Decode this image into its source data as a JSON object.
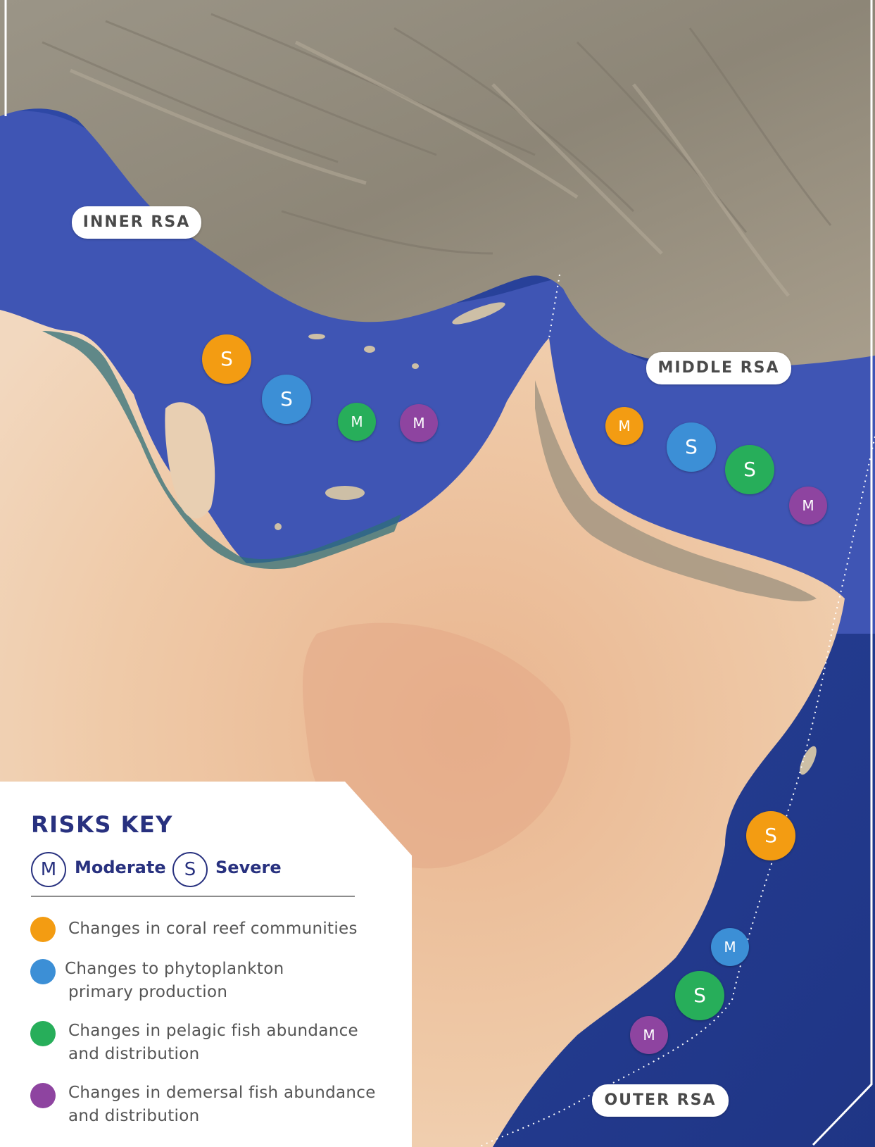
{
  "colors": {
    "coral": "#f39c12",
    "phytoplankton": "#3c8fd6",
    "pelagic": "#27ae5a",
    "demersal": "#8e44a0",
    "key_navy": "#28317f"
  },
  "regions": [
    {
      "name": "INNER RSA"
    },
    {
      "name": "MIDDLE RSA"
    },
    {
      "name": "OUTER RSA"
    }
  ],
  "markers": [
    {
      "category": "coral",
      "level": "S"
    },
    {
      "category": "phytoplankton",
      "level": "S"
    },
    {
      "category": "pelagic",
      "level": "M"
    },
    {
      "category": "demersal",
      "level": "M"
    },
    {
      "category": "coral",
      "level": "M"
    },
    {
      "category": "phytoplankton",
      "level": "S"
    },
    {
      "category": "pelagic",
      "level": "S"
    },
    {
      "category": "demersal",
      "level": "M"
    },
    {
      "category": "coral",
      "level": "S"
    },
    {
      "category": "phytoplankton",
      "level": "M"
    },
    {
      "category": "pelagic",
      "level": "S"
    },
    {
      "category": "demersal",
      "level": "M"
    }
  ],
  "legend": {
    "title": "RISKS KEY",
    "severity": [
      {
        "symbol": "M",
        "label": "Moderate"
      },
      {
        "symbol": "S",
        "label": "Severe"
      }
    ],
    "items": [
      {
        "category": "coral",
        "lines": [
          "Changes in coral reef communities"
        ]
      },
      {
        "category": "phytoplankton",
        "lines": [
          "Changes to phytoplankton",
          "primary production"
        ]
      },
      {
        "category": "pelagic",
        "lines": [
          "Changes in pelagic fish abundance",
          "and distribution"
        ]
      },
      {
        "category": "demersal",
        "lines": [
          "Changes in demersal fish abundance",
          "and distribution"
        ]
      }
    ]
  }
}
